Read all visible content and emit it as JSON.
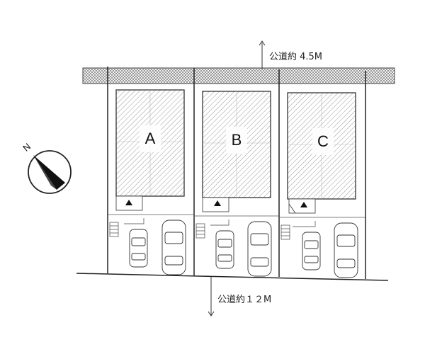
{
  "road_top": {
    "label": "公道約 4.5M"
  },
  "road_bottom": {
    "label": "公道約１２M"
  },
  "compass": {
    "label": "N"
  },
  "lots": [
    {
      "label": "A"
    },
    {
      "label": "B"
    },
    {
      "label": "C"
    }
  ],
  "icons": {
    "compass": "compass-icon",
    "entrance": "entrance-triangle-icon",
    "car": "car-icon",
    "steps": "steps-icon"
  }
}
